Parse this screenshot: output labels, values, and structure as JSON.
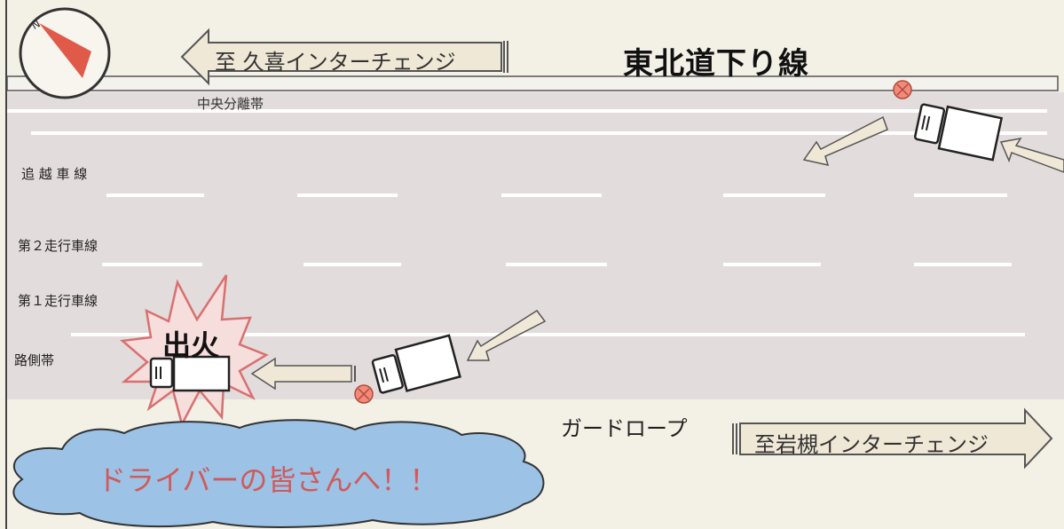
{
  "road_title": "東北道下り線",
  "sign_left": "至 久喜インターチェンジ",
  "sign_right": "至岩槻インターチェンジ",
  "median_label": "中央分離帯",
  "lanes": {
    "passing": "追 越 車 線",
    "second": "第２走行車線",
    "first": "第１走行車線",
    "shoulder": "路側帯"
  },
  "fire_label": "出火",
  "guardrope_label": "ガードロープ",
  "cloud_message": "ドライバーの皆さんへ！！",
  "colors": {
    "road": "#e3dcdc",
    "lane_line": "#ffffff",
    "arrow_fill": "#efe8d6",
    "burst_fill": "#f6dedd",
    "burst_stroke": "#d97070",
    "cloud_fill": "#9cc2e6",
    "cloud_text": "#d05a5a",
    "compass_needle": "#e05a4a"
  },
  "icons": [
    "compass-icon",
    "truck-icon",
    "collision-marker-icon",
    "direction-arrow-icon"
  ]
}
